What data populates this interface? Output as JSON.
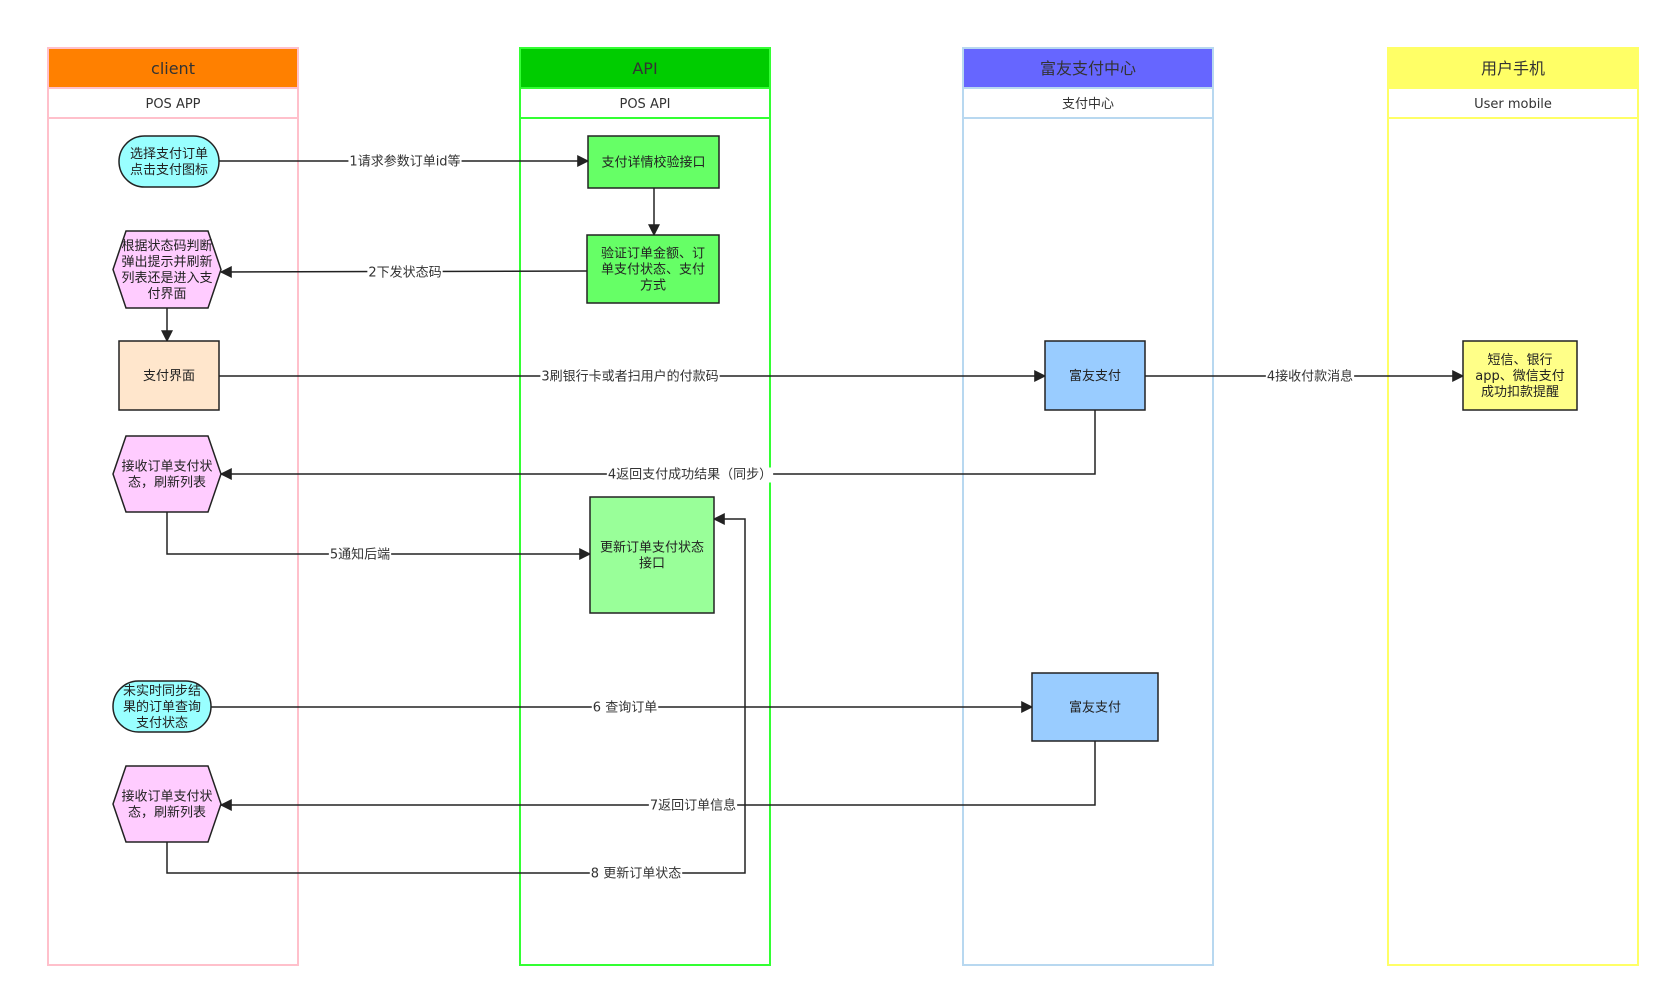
{
  "lanes": [
    {
      "id": "client",
      "title": "client",
      "subtitle": "POS APP",
      "header_color": "#ff8000",
      "border_color": "#ffc0cb"
    },
    {
      "id": "api",
      "title": "API",
      "subtitle": "POS API",
      "header_color": "#00cc00",
      "border_color": "#33ff33"
    },
    {
      "id": "pay",
      "title": "富友支付中心",
      "subtitle": "支付中心",
      "header_color": "#6666ff",
      "border_color": "#b8d8f0"
    },
    {
      "id": "mobile",
      "title": "用户手机",
      "subtitle": "User mobile",
      "header_color": "#ffff66",
      "border_color": "#ffff66"
    }
  ],
  "nodes": [
    {
      "id": "n1",
      "shape": "terminal",
      "lines": [
        "选择支付订单",
        "点击支付图标"
      ],
      "fill": "#99ffff"
    },
    {
      "id": "n2",
      "shape": "rect",
      "lines": [
        "支付详情校验接口"
      ],
      "fill": "#66ff66"
    },
    {
      "id": "n3",
      "shape": "rect",
      "lines": [
        "验证订单金额、订",
        "单支付状态、支付",
        "方式"
      ],
      "fill": "#66ff66"
    },
    {
      "id": "n4",
      "shape": "hexagon",
      "lines": [
        "根据状态码判断",
        "弹出提示并刷新",
        "列表还是进入支",
        "付界面"
      ],
      "fill": "#ffccff"
    },
    {
      "id": "n5",
      "shape": "rect",
      "lines": [
        "支付界面"
      ],
      "fill": "#ffe6cc"
    },
    {
      "id": "n6",
      "shape": "rect",
      "lines": [
        "富友支付"
      ],
      "fill": "#99ccff"
    },
    {
      "id": "n7",
      "shape": "rect",
      "lines": [
        "短信、银行",
        "app、微信支付",
        "成功扣款提醒"
      ],
      "fill": "#ffff88"
    },
    {
      "id": "n8",
      "shape": "hexagon",
      "lines": [
        "接收订单支付状",
        "态，刷新列表"
      ],
      "fill": "#ffccff"
    },
    {
      "id": "n9",
      "shape": "rect",
      "lines": [
        "更新订单支付状态",
        "接口"
      ],
      "fill": "#99ff99"
    },
    {
      "id": "n10",
      "shape": "terminal",
      "lines": [
        "未实时同步结",
        "果的订单查询",
        "支付状态"
      ],
      "fill": "#99ffff"
    },
    {
      "id": "n11",
      "shape": "rect",
      "lines": [
        "富友支付"
      ],
      "fill": "#99ccff"
    },
    {
      "id": "n12",
      "shape": "hexagon",
      "lines": [
        "接收订单支付状",
        "态，刷新列表"
      ],
      "fill": "#ffccff"
    }
  ],
  "edges": [
    {
      "id": "e1",
      "label": "1请求参数订单id等"
    },
    {
      "id": "e2",
      "label": ""
    },
    {
      "id": "e3",
      "label": "2下发状态码"
    },
    {
      "id": "e4",
      "label": ""
    },
    {
      "id": "e5",
      "label": "3刷银行卡或者扫用户的付款码"
    },
    {
      "id": "e6",
      "label": "4接收付款消息"
    },
    {
      "id": "e7",
      "label": "4返回支付成功结果（同步）"
    },
    {
      "id": "e8",
      "label": "5通知后端"
    },
    {
      "id": "e9",
      "label": "6 查询订单"
    },
    {
      "id": "e10",
      "label": "7返回订单信息"
    },
    {
      "id": "e11",
      "label": "8 更新订单状态"
    }
  ]
}
